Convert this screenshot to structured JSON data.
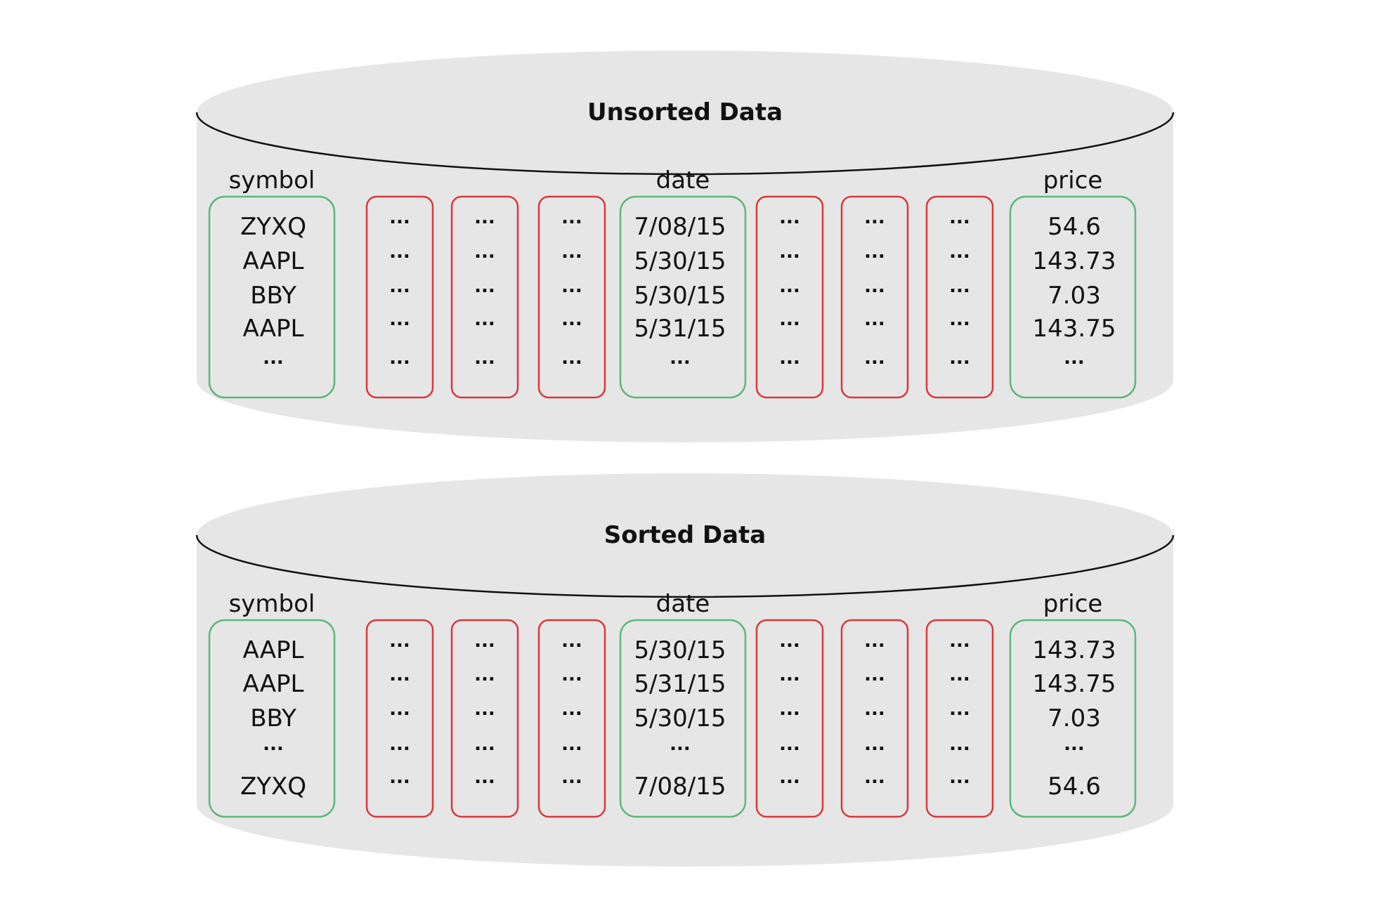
{
  "colors": {
    "cylinder_fill": "#e6e6e6",
    "key_column_border": "#5cb77a",
    "other_column_border": "#d9383a",
    "outline": "#111111"
  },
  "cylinders": [
    {
      "title": "Unsorted Data",
      "headers": {
        "symbol": "symbol",
        "date": "date",
        "price": "price"
      },
      "symbol": [
        "ZYXQ",
        "AAPL",
        "BBY",
        "AAPL",
        "..."
      ],
      "date": [
        "7/08/15",
        "5/30/15",
        "5/30/15",
        "5/31/15",
        "..."
      ],
      "price": [
        "54.6",
        "143.73",
        "7.03",
        "143.75",
        "..."
      ],
      "other_cell": "..."
    },
    {
      "title": "Sorted Data",
      "headers": {
        "symbol": "symbol",
        "date": "date",
        "price": "price"
      },
      "symbol": [
        "AAPL",
        "AAPL",
        "BBY",
        "...",
        "ZYXQ"
      ],
      "date": [
        "5/30/15",
        "5/31/15",
        "5/30/15",
        "...",
        "7/08/15"
      ],
      "price": [
        "143.73",
        "143.75",
        "7.03",
        "...",
        "54.6"
      ],
      "other_cell": "..."
    }
  ]
}
